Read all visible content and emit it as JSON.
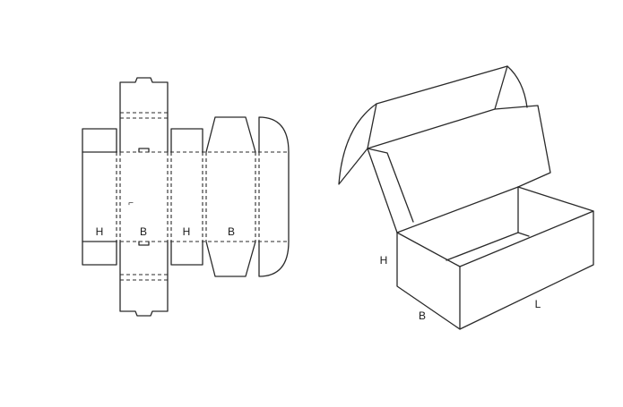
{
  "diagram": {
    "flat_net": {
      "labels": {
        "panel_1": "H",
        "panel_2": "B",
        "panel_3": "H",
        "panel_4": "B",
        "marker": "⌐"
      }
    },
    "assembled_box": {
      "labels": {
        "height": "H",
        "width": "B",
        "length": "L"
      }
    }
  }
}
